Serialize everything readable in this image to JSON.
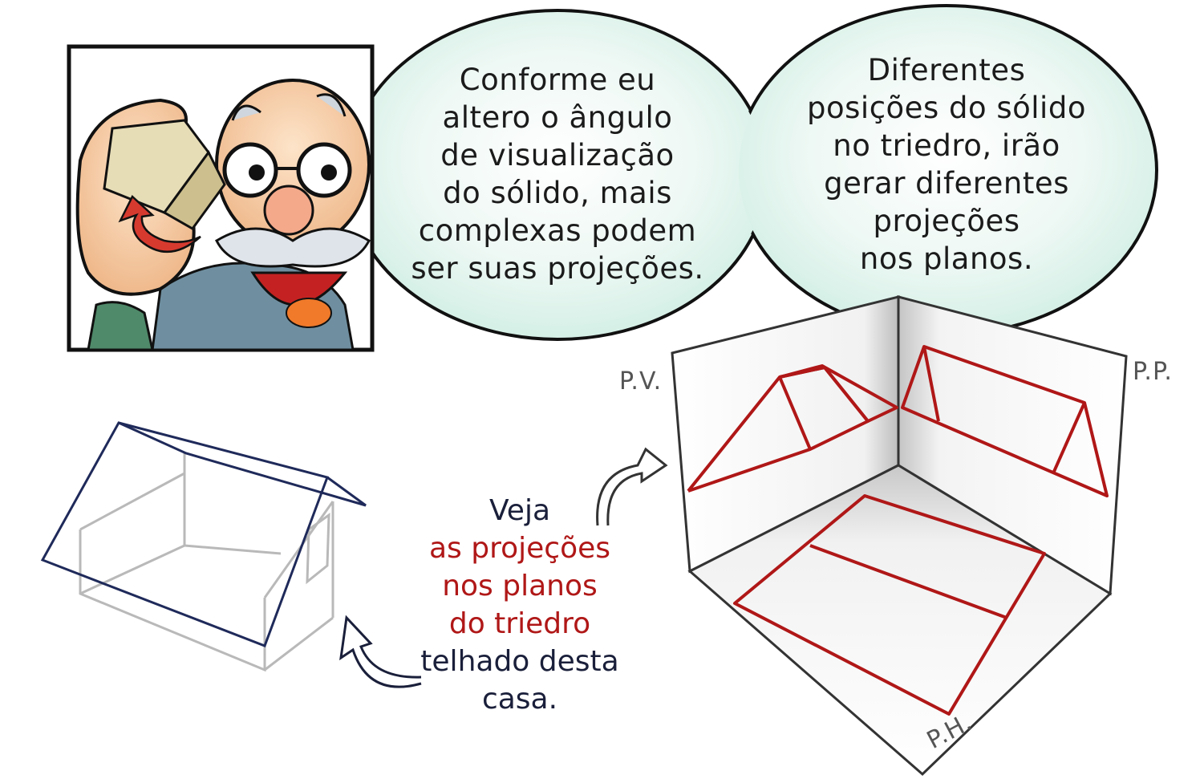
{
  "bubble1": {
    "lines": [
      "Conforme eu",
      "altero o ângulo",
      "de visualização",
      "do sólido, mais",
      "complexas podem",
      "ser suas projeções."
    ]
  },
  "bubble2": {
    "lines": [
      "Diferentes",
      "posições do sólido",
      "no triedro, irão",
      "gerar diferentes",
      "projeções",
      "nos planos."
    ]
  },
  "note": {
    "line1": "Veja",
    "line2": "as projeções",
    "line3": "nos planos",
    "line4": "do triedro",
    "line5": "telhado desta",
    "line6": "casa."
  },
  "planes": {
    "pv": "P.V.",
    "pp": "P.P.",
    "ph": "P.H."
  },
  "colors": {
    "bubble_fill": "#dff3ec",
    "roof_navy": "#1f2a5a",
    "house_gray": "#b9b9b9",
    "projection_red": "#b01717"
  }
}
